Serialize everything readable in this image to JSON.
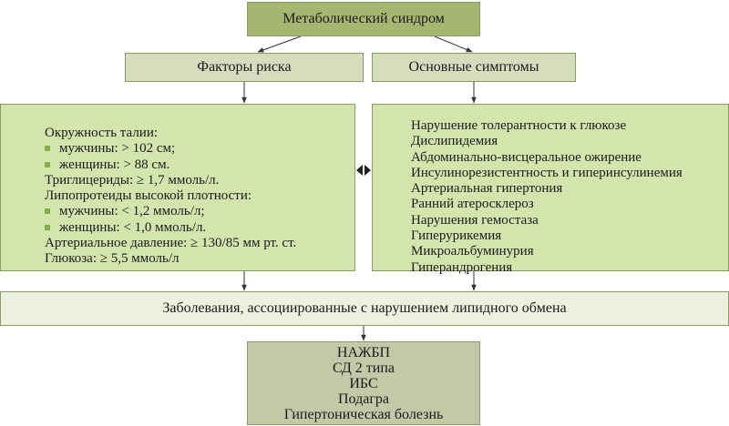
{
  "title": "Метаболический синдром",
  "risk_factors": {
    "header": "Факторы риска",
    "lines": [
      {
        "text": "Окружность талии:",
        "bullet": false
      },
      {
        "text": "мужчины: > 102 см;",
        "bullet": true
      },
      {
        "text": "женщины: > 88 см.",
        "bullet": true
      },
      {
        "text": "Триглицериды: ≥ 1,7 ммоль/л.",
        "bullet": false
      },
      {
        "text": "Липопротеиды высокой плотности:",
        "bullet": false
      },
      {
        "text": "мужчины: < 1,2 ммоль/л;",
        "bullet": true
      },
      {
        "text": "женщины: < 1,0 ммоль/л.",
        "bullet": true
      },
      {
        "text": "Артериальное давление: ≥ 130/85 мм рт. ст.",
        "bullet": false
      },
      {
        "text": "Глюкоза: ≥ 5,5 ммоль/л",
        "bullet": false
      }
    ]
  },
  "symptoms": {
    "header": "Основные симптомы",
    "items": [
      "Нарушение толерантности к глюкозе",
      "Дислипидемия",
      "Абдоминально-висцеральное ожирение",
      "Инсулинорезистентность и гиперинсулинемия",
      "Артериальная гипертония",
      "Ранний атеросклероз",
      "Нарушения гемостаза",
      "Гиперурикемия",
      "Микроальбуминурия",
      "Гиперандрогения"
    ]
  },
  "associated": "Заболевания, ассоциированные с нарушением липидного обмена",
  "diseases": [
    "НАЖБП",
    "СД 2 типа",
    "ИБС",
    "Подагра",
    "Гипертоническая болезнь"
  ],
  "colors": {
    "title_box": "#a6b56f",
    "header_boxes": "#d6ddbd",
    "panels": "#d4e4ad",
    "associated_bar": "#ecf2df",
    "diseases_box": "#c3c9a6",
    "bullet": "#7cb342",
    "border": "#8a9a66",
    "arrows": "#333333"
  }
}
